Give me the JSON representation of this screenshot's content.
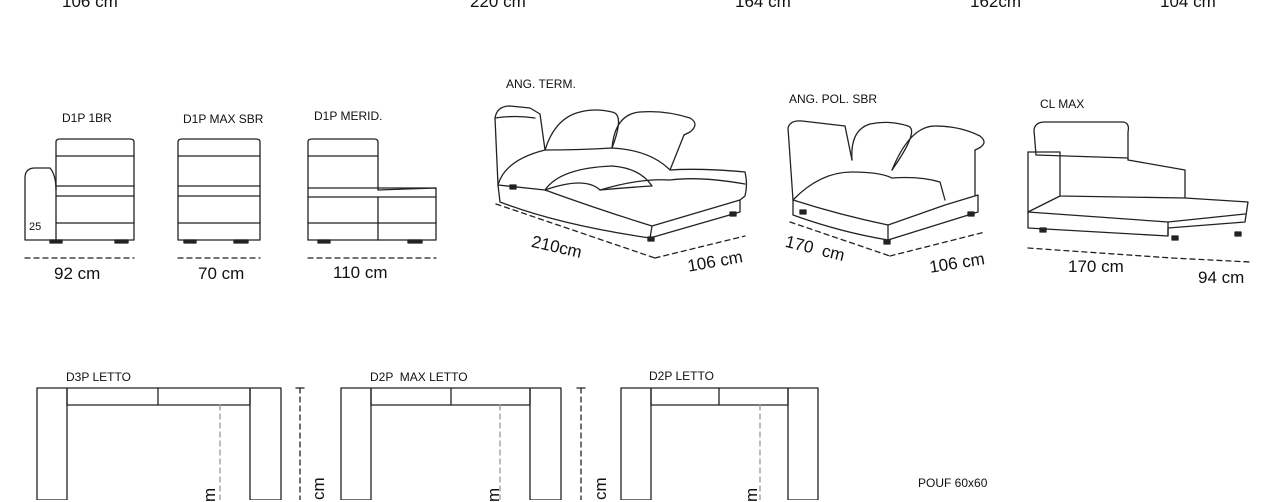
{
  "top_dims": [
    "106 cm",
    "220 cm",
    "164 cm",
    "162cm",
    "104 cm"
  ],
  "modules": {
    "d1p_1br": {
      "label": "D1P 1BR",
      "width": "92 cm",
      "seat_height": "25"
    },
    "d1p_max_sbr": {
      "label": "D1P MAX SBR",
      "width": "70 cm"
    },
    "d1p_merid": {
      "label": "D1P MERID.",
      "width": "110 cm"
    },
    "ang_term": {
      "label": "ANG. TERM.",
      "length": "210cm",
      "depth": "106 cm"
    },
    "ang_pol_sbr": {
      "label": "ANG. POL. SBR",
      "length": "170  cm",
      "depth": "106 cm"
    },
    "cl_max": {
      "label": "CL MAX",
      "length": "170 cm",
      "depth": "94 cm"
    }
  },
  "beds": {
    "d3p_letto": {
      "label": "D3P LETTO"
    },
    "d2p_max_letto": {
      "label": "D2P  MAX LETTO"
    },
    "d2p_letto": {
      "label": "D2P LETTO"
    },
    "partial_cm": "cm",
    "partial_m": "m"
  },
  "pouf": {
    "label": "POUF 60x60"
  }
}
